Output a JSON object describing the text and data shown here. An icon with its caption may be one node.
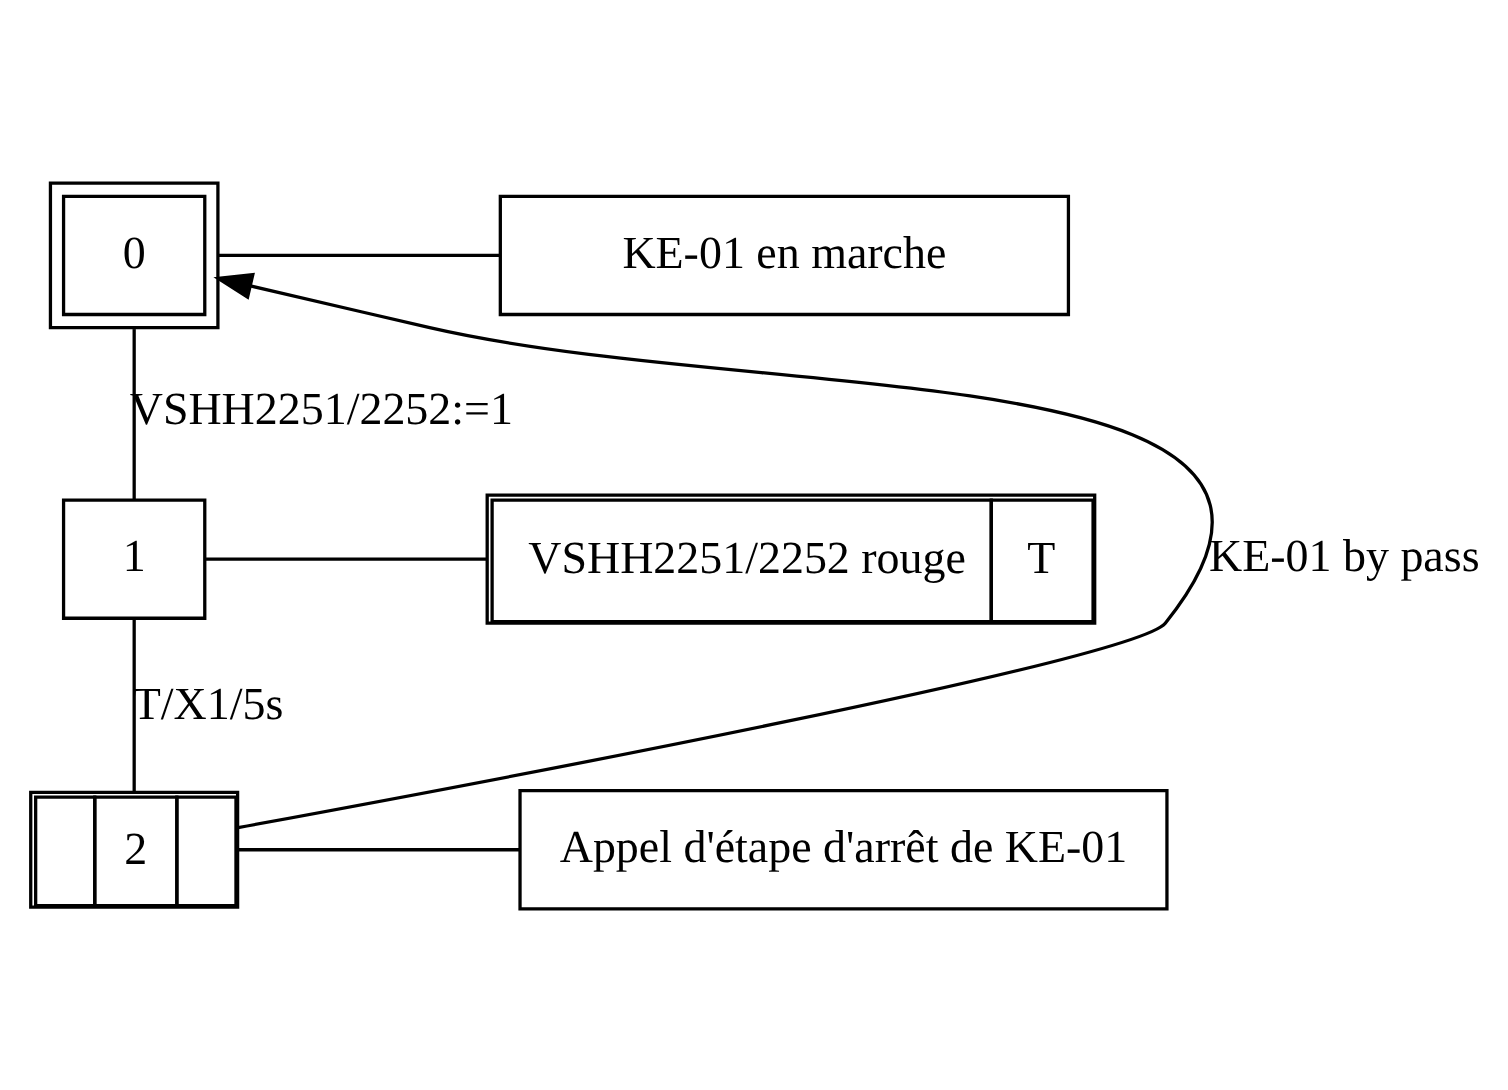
{
  "diagram": {
    "nodes": [
      {
        "text": [
          "0"
        ]
      },
      {
        "text": [
          "KE-01 en marche"
        ]
      },
      {
        "text": [
          "1"
        ]
      },
      {
        "text": [
          "VSHH2251/2252 rouge",
          "T"
        ]
      },
      {
        "text": [
          "2"
        ]
      },
      {
        "text": [
          "Appel d'étape d'arrêt de KE-01"
        ]
      }
    ],
    "edges": [
      {
        "from": 0,
        "to": 1,
        "arrow": "none"
      },
      {
        "from": 0,
        "to": 2,
        "arrow": "none",
        "label": "VSHH2251/2252:=1"
      },
      {
        "from": 2,
        "to": 3,
        "arrow": "none"
      },
      {
        "from": 2,
        "to": 4,
        "arrow": "none",
        "label": "T/X1/5s"
      },
      {
        "from": 4,
        "to": 5,
        "arrow": "none"
      },
      {
        "from": 4,
        "to": 0,
        "arrow": "to",
        "label": "KE-01 by pass"
      }
    ]
  }
}
